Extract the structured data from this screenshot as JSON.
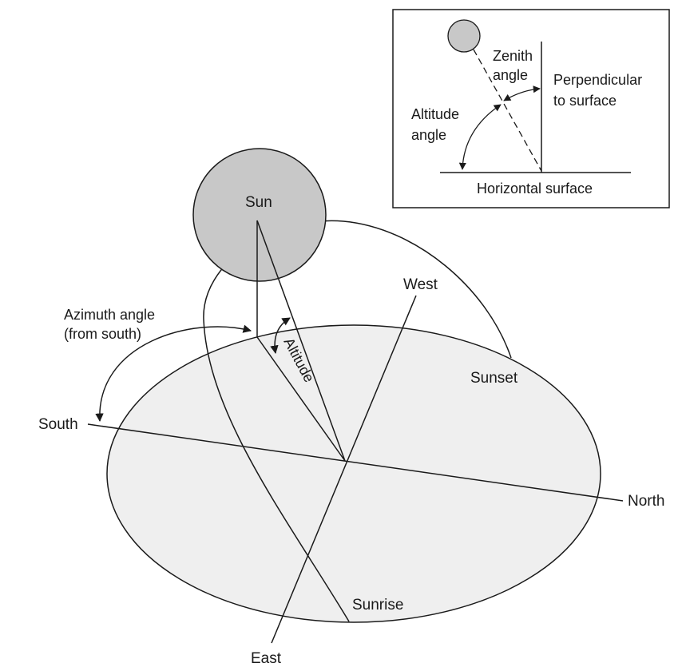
{
  "colors": {
    "line": "#1a1a1a",
    "ellipse_fill": "#efefef",
    "sun_fill": "#c8c8c8",
    "background": "#ffffff"
  },
  "main": {
    "sun_label": "Sun",
    "azimuth_label_line1": "Azimuth angle",
    "azimuth_label_line2": "(from south)",
    "altitude_label": "Altitude",
    "south_label": "South",
    "north_label": "North",
    "west_label": "West",
    "east_label": "East",
    "sunset_label": "Sunset",
    "sunrise_label": "Sunrise"
  },
  "inset": {
    "zenith_label_line1": "Zenith",
    "zenith_label_line2": "angle",
    "altitude_label_line1": "Altitude",
    "altitude_label_line2": "angle",
    "perpendicular_label_line1": "Perpendicular",
    "perpendicular_label_line2": "to surface",
    "horizontal_label": "Horizontal surface"
  }
}
